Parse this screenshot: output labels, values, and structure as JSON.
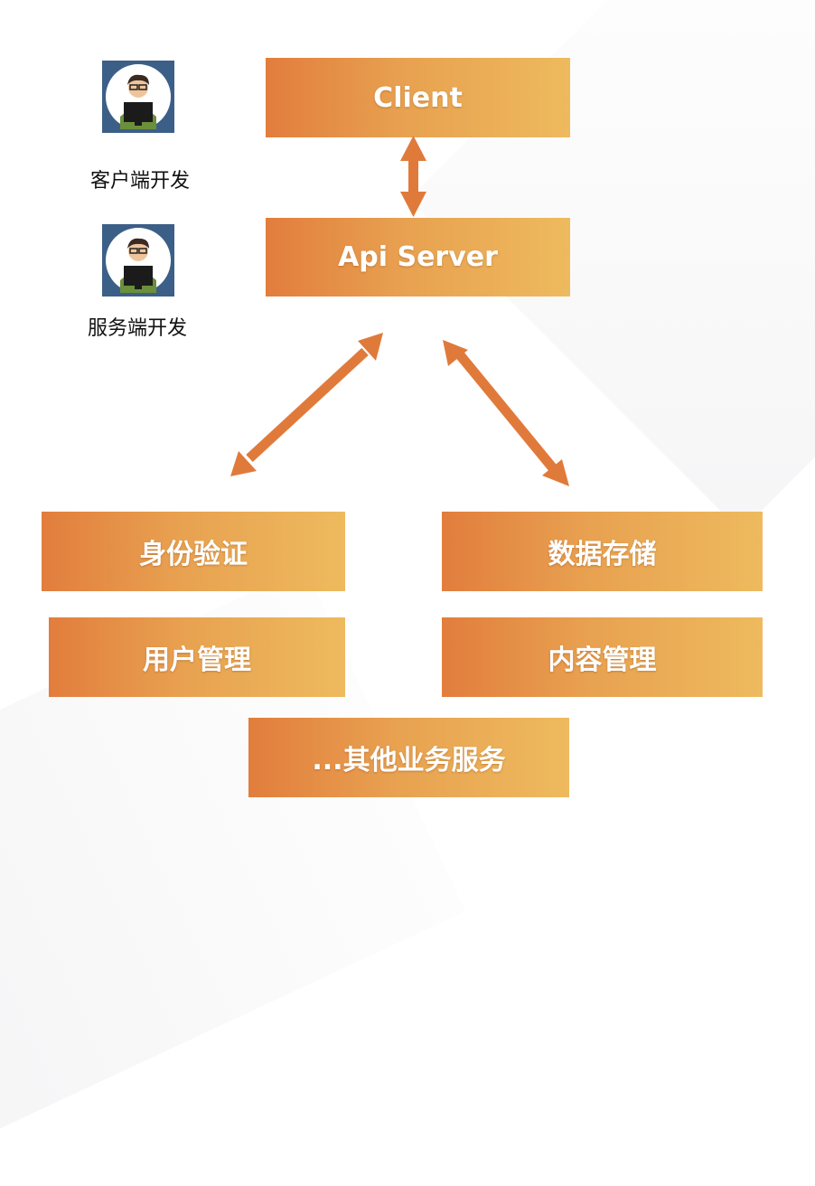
{
  "roles": {
    "client_dev_label": "客户端开发",
    "server_dev_label": "服务端开发"
  },
  "boxes": {
    "client": "Client",
    "api_server": "Api Server",
    "auth": "身份验证",
    "data_storage": "数据存储",
    "user_mgmt": "用户管理",
    "content_mgmt": "内容管理",
    "other_services": "...其他业务服务"
  },
  "colors": {
    "box_gradient_start": "#e27d3d",
    "box_gradient_end": "#eeba5e",
    "arrow": "#e07a3b",
    "avatar_bg": "#3c5f88"
  },
  "icons": {
    "developer_avatar": "developer-avatar-icon"
  }
}
